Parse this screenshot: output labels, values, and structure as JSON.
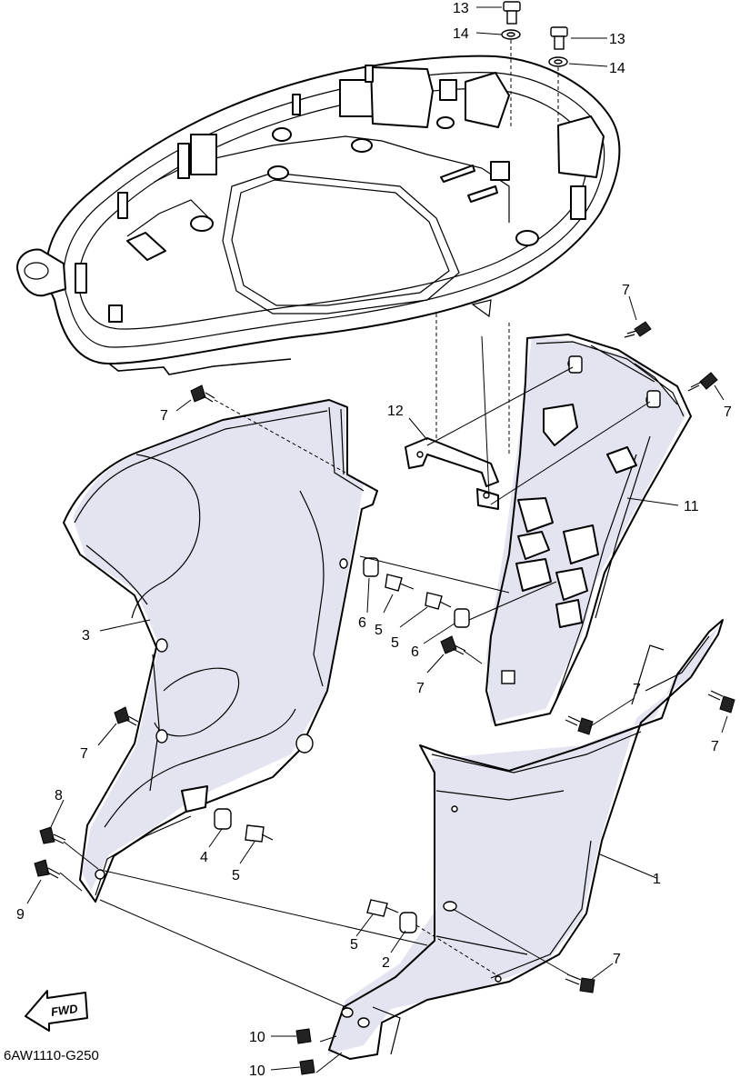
{
  "diagram_code": "6AW1110-G250",
  "fwd_label": "FWD",
  "callouts": {
    "c13a": "13",
    "c14a": "14",
    "c13b": "13",
    "c14b": "14",
    "c7a": "7",
    "c7b": "7",
    "c7c": "7",
    "c12": "12",
    "c11": "11",
    "c3": "3",
    "c6a": "6",
    "c5a": "5",
    "c5b": "5",
    "c6b": "6",
    "c7d": "7",
    "c7e": "7",
    "c7f": "7",
    "c7g": "7",
    "c8": "8",
    "c4": "4",
    "c5c": "5",
    "c1": "1",
    "c9": "9",
    "c5d": "5",
    "c2": "2",
    "c7h": "7",
    "c10a": "10",
    "c10b": "10"
  }
}
